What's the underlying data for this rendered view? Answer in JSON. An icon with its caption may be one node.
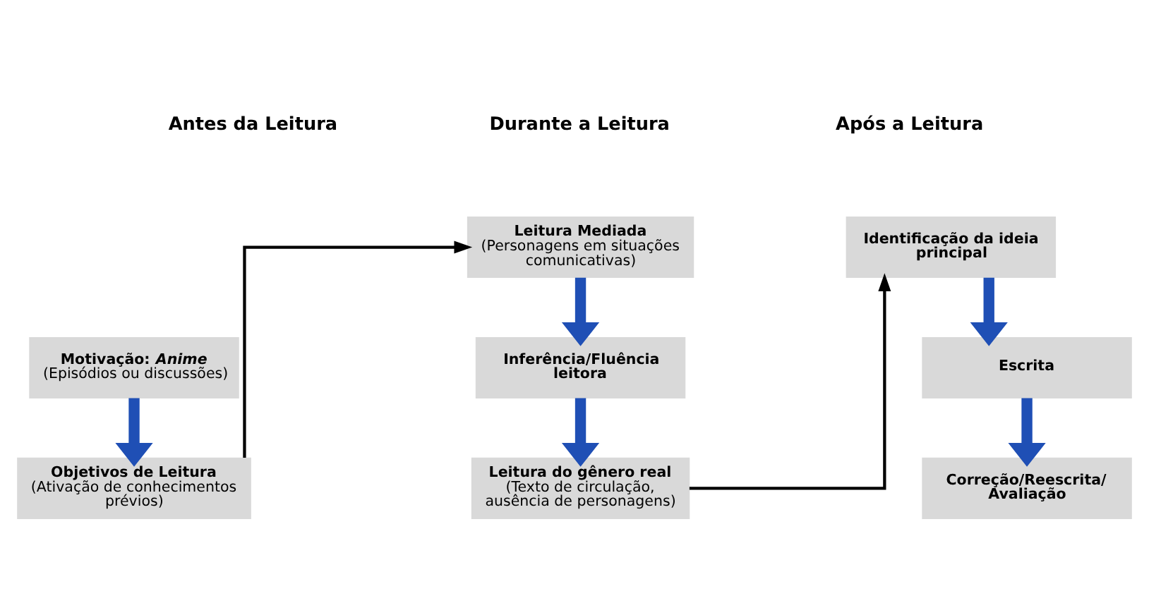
{
  "diagram": {
    "nodes": [
      {
        "text": [
          "Motivação: *Anime*",
          "(Episódios ou discussões)"
        ]
      },
      {
        "text": [
          "Objetivos de Leitura",
          "(Ativação de conhecimentos prévios)"
        ]
      },
      {
        "text": [
          "Leitura Mediada",
          "(Personagens em situações comunicativas)"
        ]
      },
      {
        "text": [
          "Inferência/Fluência leitora"
        ]
      },
      {
        "text": [
          "Leitura do gênero real",
          "(Texto de circulação, ausência de personagens)"
        ]
      },
      {
        "text": [
          "Identificação da ideia principal"
        ]
      },
      {
        "text": [
          "Escrita"
        ]
      },
      {
        "text": [
          "Correção/Reescrita/ Avaliação"
        ]
      }
    ],
    "edges": [
      {
        "from": 0,
        "to": 1,
        "arrow": "to"
      },
      {
        "from": 1,
        "to": 2,
        "arrow": "to",
        "color": "#000000"
      },
      {
        "from": 2,
        "to": 3,
        "arrow": "to"
      },
      {
        "from": 3,
        "to": 4,
        "arrow": "to"
      },
      {
        "from": 4,
        "to": 5,
        "arrow": "to",
        "color": "#000000"
      },
      {
        "from": 5,
        "to": 6,
        "arrow": "to"
      },
      {
        "from": 6,
        "to": 7,
        "arrow": "to"
      }
    ],
    "labels": [
      "Antes da Leitura",
      "Durante a Leitura",
      "Após a Leitura"
    ]
  }
}
